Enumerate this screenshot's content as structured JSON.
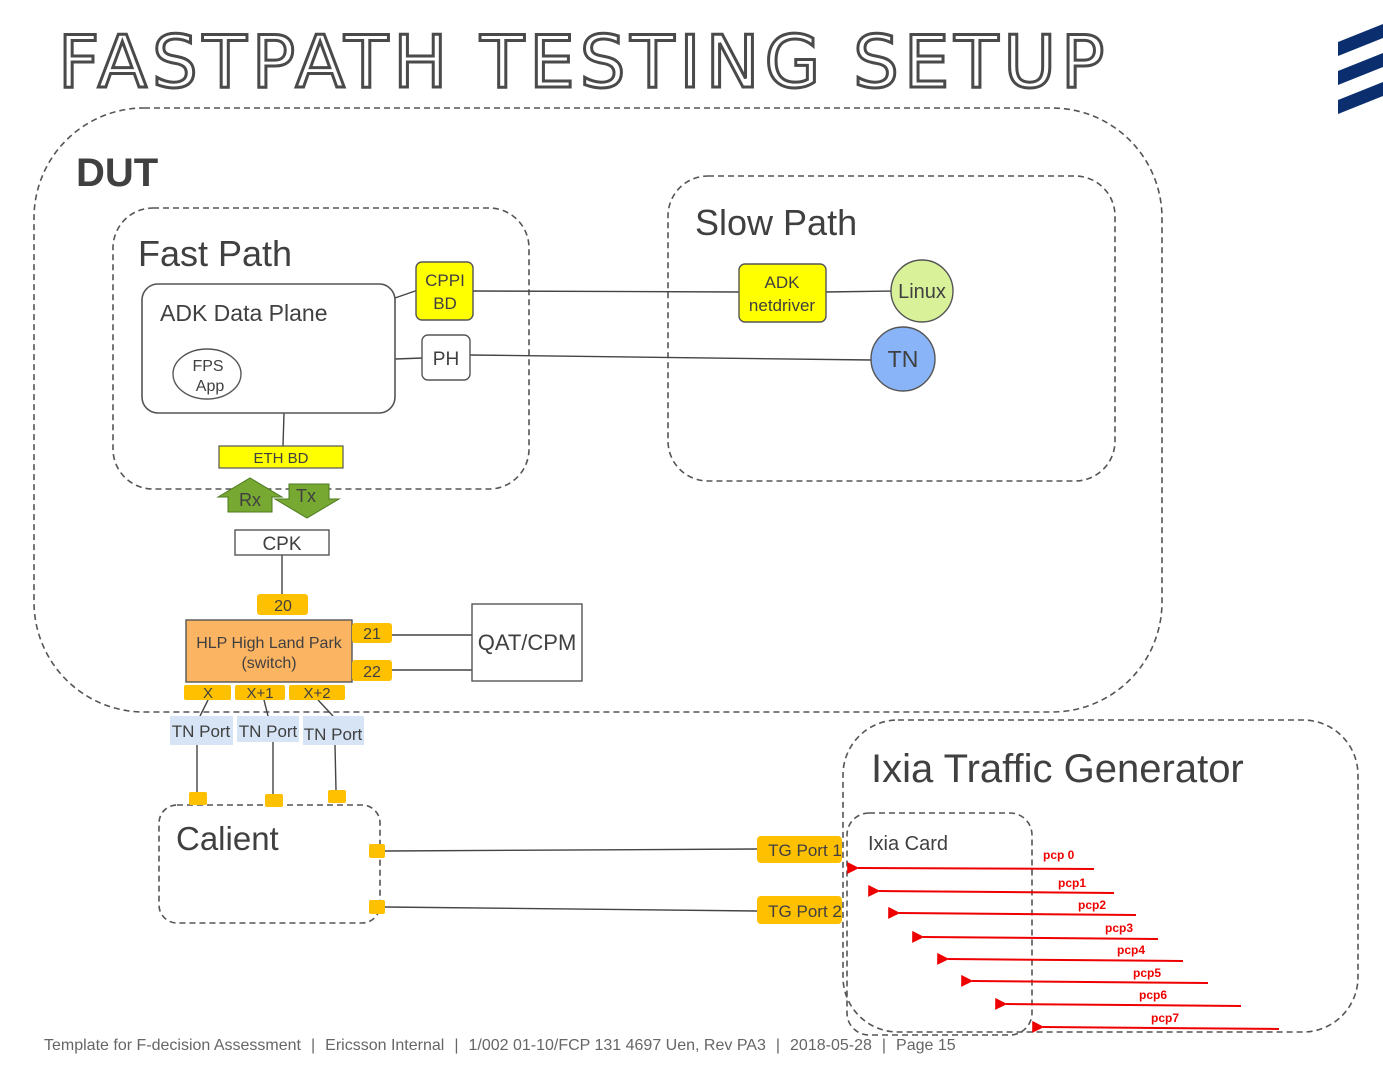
{
  "title": "FASTPATH TESTING SETUP",
  "logo": {
    "name": "ericsson-logo",
    "color": "#0a2e6e"
  },
  "colors": {
    "yellow_box": "#ffff00",
    "orange_port": "#ffc000",
    "switch_fill": "#fbb462",
    "tn_port_fill": "#d6e4f5",
    "linux_fill": "#d9f29a",
    "tn_fill": "#8ab4f8",
    "arrow_green": "#77a832",
    "pcp_red": "#ee0000"
  },
  "dut": {
    "label": "DUT",
    "fast_path": {
      "label": "Fast Path",
      "adk_data_plane": "ADK Data Plane",
      "fps_app": {
        "line1": "FPS",
        "line2": "App"
      },
      "cppi_bd": {
        "line1": "CPPI",
        "line2": "BD"
      },
      "ph": "PH",
      "eth_bd": "ETH BD"
    },
    "slow_path": {
      "label": "Slow Path",
      "adk_netdriver": {
        "line1": "ADK",
        "line2": "netdriver"
      },
      "linux": "Linux",
      "tn": "TN"
    },
    "rx": "Rx",
    "tx": "Tx",
    "cpk": "CPK",
    "port_20": "20",
    "switch": {
      "line1": "HLP High Land Park",
      "line2": "(switch)"
    },
    "port_21": "21",
    "port_22": "22",
    "qat_cpm": "QAT/CPM",
    "port_x": "X",
    "port_x1": "X+1",
    "port_x2": "X+2"
  },
  "tn_ports": [
    "TN Port",
    "TN Port",
    "TN Port"
  ],
  "calient": "Calient",
  "tg_port_1": "TG Port 1",
  "tg_port_2": "TG Port 2",
  "ixia": {
    "label": "Ixia Traffic Generator",
    "card": "Ixia Card",
    "pcp_labels": [
      "pcp 0",
      "pcp1",
      "pcp2",
      "pcp3",
      "pcp4",
      "pcp5",
      "pcp6",
      "pcp7"
    ]
  },
  "footer": {
    "template": "Template for F-decision Assessment",
    "classification": "Ericsson Internal",
    "doc_id": "1/002 01-10/FCP 131 4697 Uen, Rev PA3",
    "date": "2018-05-28",
    "page": "Page 15"
  }
}
